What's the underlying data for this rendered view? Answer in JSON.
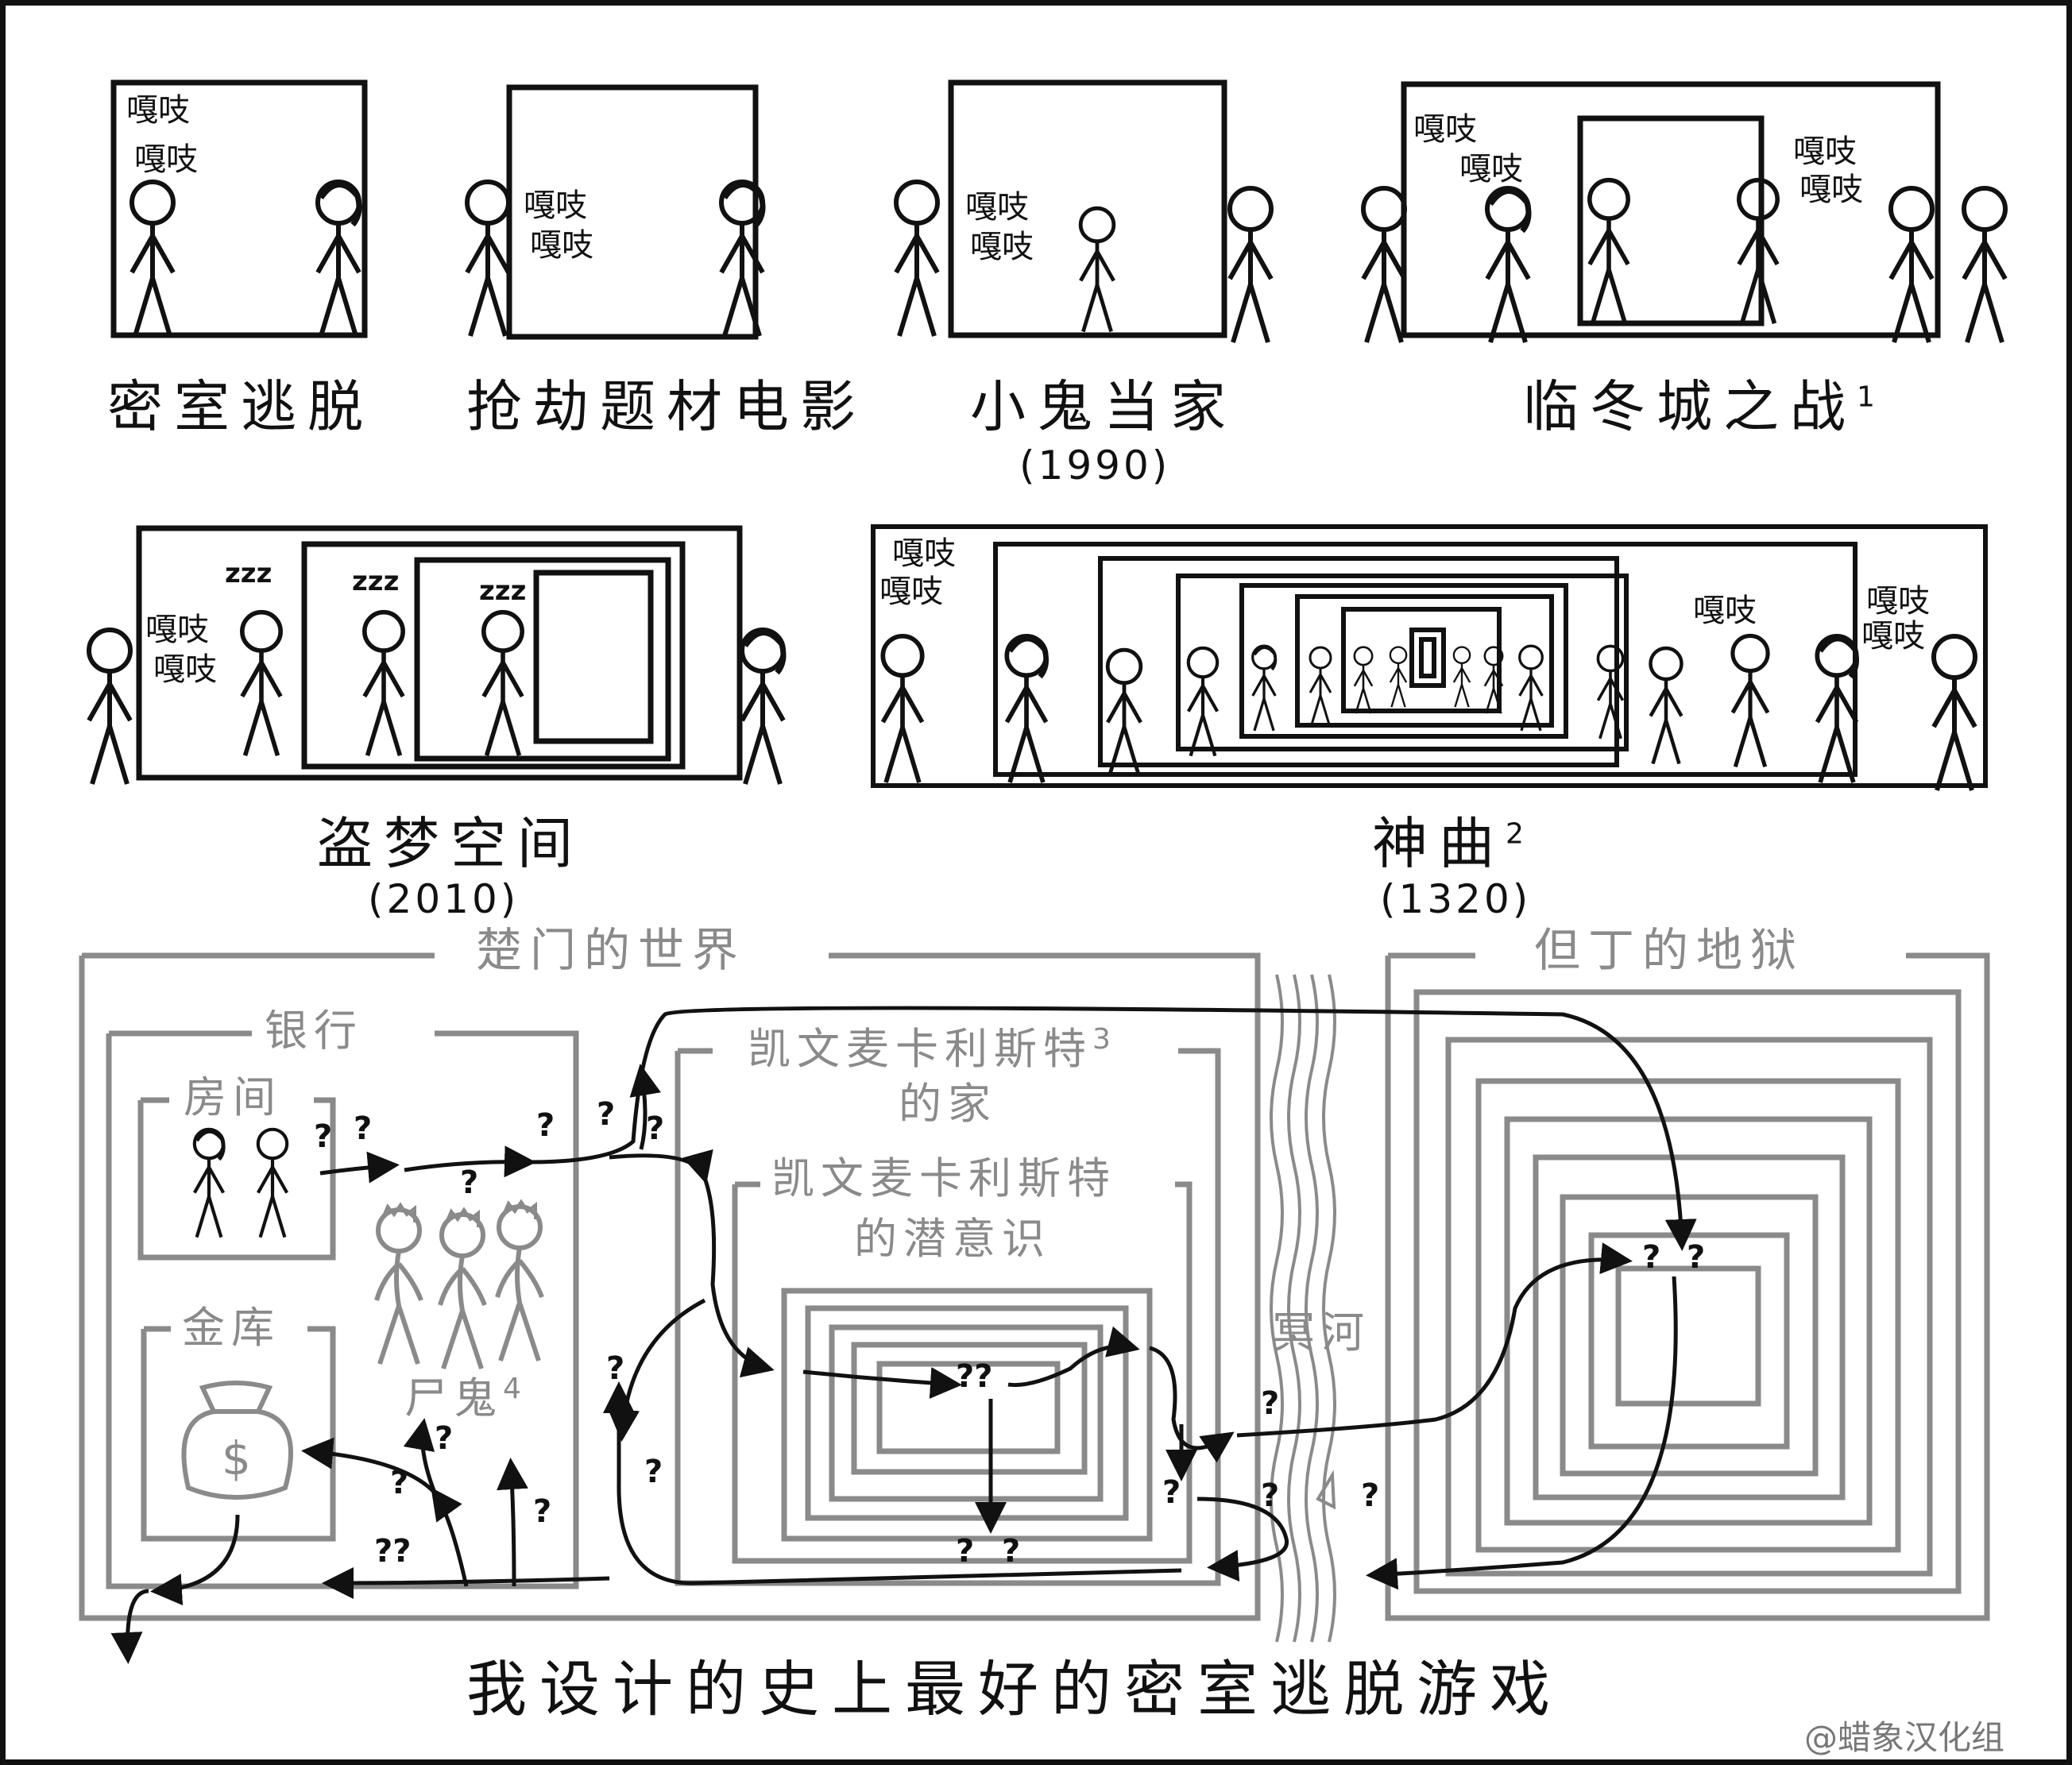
{
  "panels_top": [
    {
      "caption": "密室逃脱"
    },
    {
      "caption": "抢劫题材电影"
    },
    {
      "caption": "小鬼当家",
      "year": "(1990)"
    },
    {
      "caption": "临冬城之战",
      "footnote": "1"
    }
  ],
  "panels_middle": [
    {
      "caption": "盗梦空间",
      "year": "(2010)"
    },
    {
      "caption": "神曲",
      "footnote": "2",
      "year": "(1320)"
    }
  ],
  "sfx": "嘎吱",
  "snore": "zzz",
  "map": {
    "chumen_world": "楚门的世界",
    "bank": "银行",
    "room": "房间",
    "vault": "金库",
    "zombies": "尸鬼",
    "zombies_footnote": "4",
    "kevin_house_line1": "凯文麦卡利斯特",
    "kevin_house_footnote": "3",
    "kevin_house_line2": "的家",
    "kevin_mind_line1": "凯文麦卡利斯特",
    "kevin_mind_line2": "的潜意识",
    "styx": "冥河",
    "dante_hell": "但丁的地狱",
    "question": "?",
    "double_question": "??",
    "money_symbol": "$"
  },
  "title": "我设计的史上最好的密室逃脱游戏",
  "watermark": "@蜡象汉化组",
  "colors": {
    "ink": "#111111",
    "gray": "#8a8a8a"
  }
}
